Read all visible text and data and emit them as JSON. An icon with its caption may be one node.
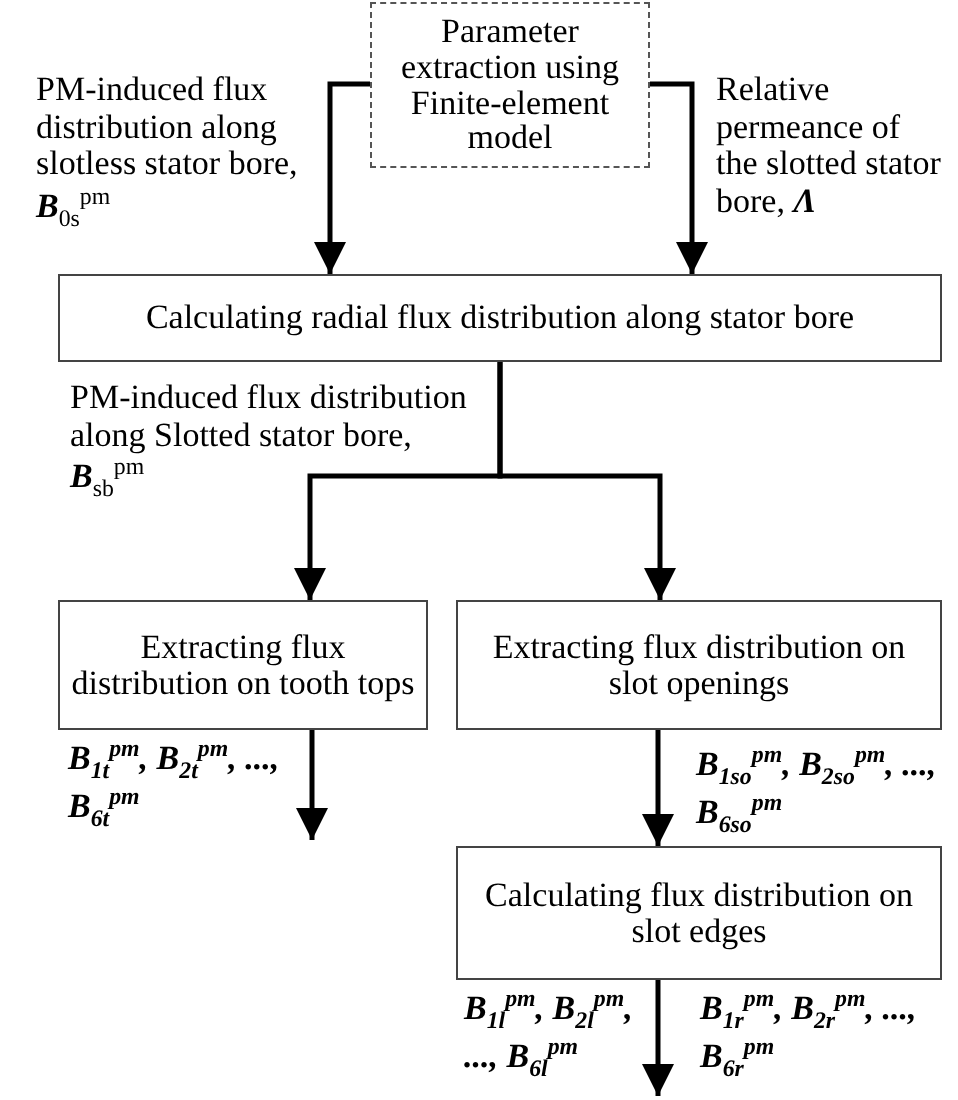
{
  "diagram": {
    "nodes": [
      {
        "text": [
          "Parameter extraction using Finite-element model"
        ]
      },
      {
        "text": [
          "Calculating radial flux distribution along stator bore"
        ]
      },
      {
        "text": [
          "Extracting flux distribution on tooth tops"
        ]
      },
      {
        "text": [
          "Extracting flux distribution on slot openings"
        ]
      },
      {
        "text": [
          "Calculating flux distribution on slot edges"
        ]
      }
    ],
    "edges": [
      {
        "from": 0,
        "to": 1,
        "arrow": "to",
        "label": "PM-induced flux distribution along slotless stator bore, **B**$_{0s}$$^{pm}$"
      },
      {
        "from": 0,
        "to": 1,
        "arrow": "to",
        "label": "Relative permeance of the slotted stator bore, **Λ**"
      },
      {
        "from": 1,
        "to": 2,
        "arrow": "to",
        "label": "PM-induced flux distribution along Slotted stator bore, **B**$_{sb}$$^{pm}$"
      },
      {
        "from": 1,
        "to": 3,
        "arrow": "to"
      },
      {
        "from": 2,
        "to": null,
        "arrow": "to",
        "label": "B$_{1t}$$^{pm}$, B$_{2t}$$^{pm}$, ..., B$_{6t}$$^{pm}$"
      },
      {
        "from": 3,
        "to": 4,
        "arrow": "to",
        "label": "B$_{1so}$$^{pm}$, B$_{2so}$$^{pm}$, ..., B$_{6so}$$^{pm}$"
      },
      {
        "from": 4,
        "to": null,
        "arrow": "to",
        "label": "B$_{1l}$$^{pm}$, B$_{2l}$$^{pm}$, ..., B$_{6l}$$^{pm}$"
      }
    ],
    "labels": [
      "B$_{1r}$$^{pm}$, B$_{2r}$$^{pm}$, ..., B$_{6r}$$^{pm}$"
    ]
  }
}
